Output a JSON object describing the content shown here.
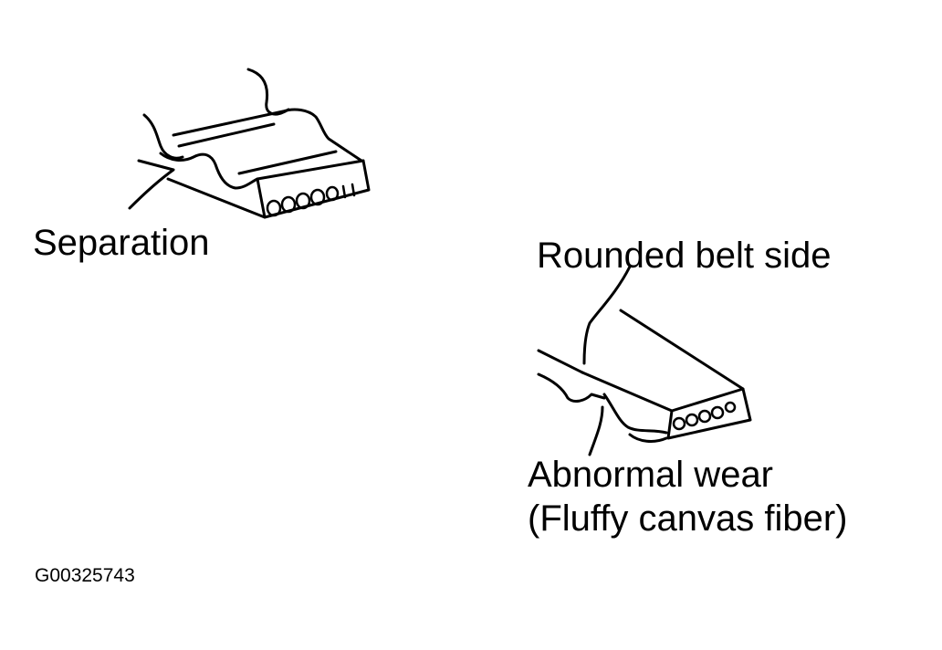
{
  "labels": {
    "separation": "Separation",
    "rounded_belt_side": "Rounded belt side",
    "abnormal_wear": "Abnormal wear",
    "fluffy_canvas_fiber": "(Fluffy canvas fiber)"
  },
  "figure_code": "G00325743",
  "colors": {
    "ink": "#000000",
    "background": "#ffffff"
  }
}
